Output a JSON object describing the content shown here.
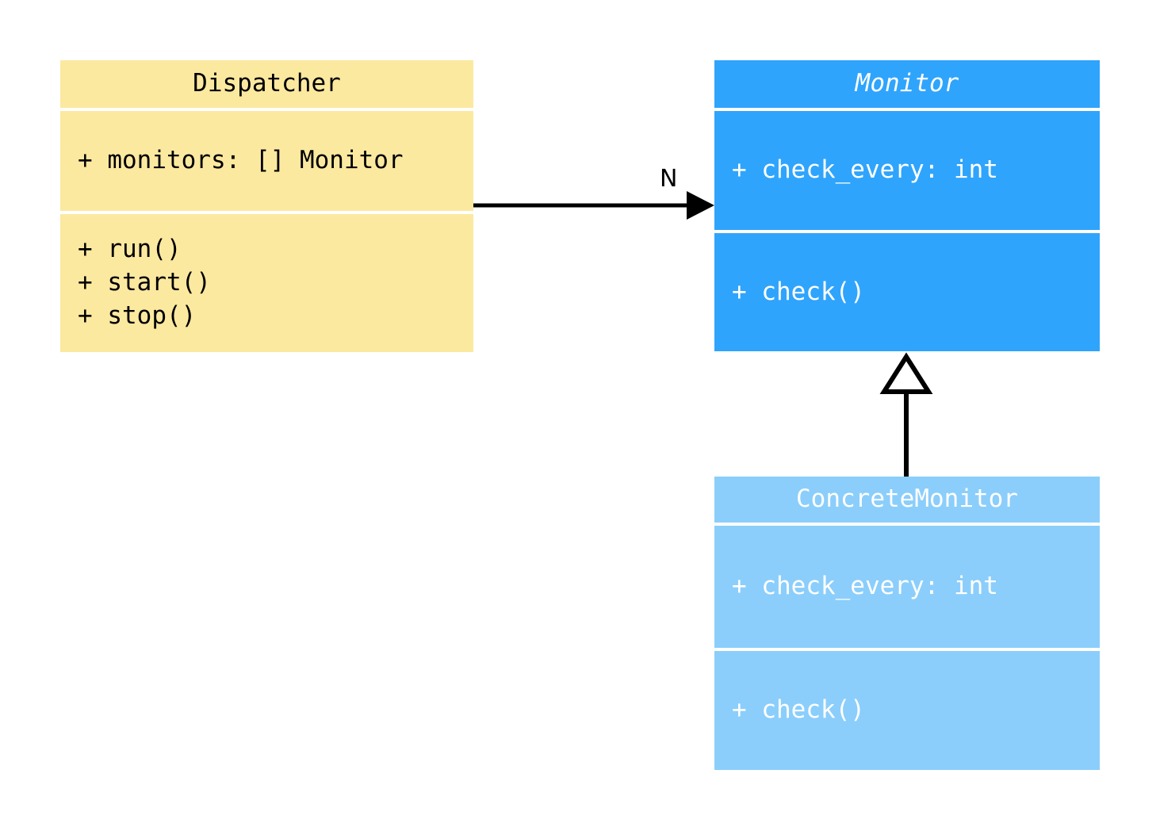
{
  "diagram": {
    "type": "uml-class-diagram",
    "background": "#ffffff",
    "classes": [
      {
        "id": "dispatcher",
        "name": "Dispatcher",
        "abstract": false,
        "fill": "#fce9a0",
        "text_color": "#000000",
        "attributes": [
          "+ monitors: [] Monitor"
        ],
        "methods": [
          "+ run()",
          "+ start()",
          "+ stop()"
        ]
      },
      {
        "id": "monitor",
        "name": "Monitor",
        "abstract": true,
        "fill": "#2fa4fc",
        "text_color": "#ffffff",
        "attributes": [
          "+ check_every: int"
        ],
        "methods": [
          "+ check()"
        ]
      },
      {
        "id": "concrete_monitor",
        "name": "ConcreteMonitor",
        "abstract": false,
        "fill": "#8bcefb",
        "text_color": "#ffffff",
        "attributes": [
          "+ check_every: int"
        ],
        "methods": [
          "+ check()"
        ]
      }
    ],
    "relationships": [
      {
        "id": "dispatcher_to_monitor",
        "kind": "association",
        "arrow": "filled-arrowhead",
        "from": "Dispatcher",
        "to": "Monitor",
        "label": "N",
        "label_color": "#000000",
        "line_color": "#000000"
      },
      {
        "id": "concrete_monitor_to_monitor",
        "kind": "generalization",
        "arrow": "hollow-triangle",
        "from": "ConcreteMonitor",
        "to": "Monitor",
        "label": "",
        "line_color": "#000000"
      }
    ]
  }
}
